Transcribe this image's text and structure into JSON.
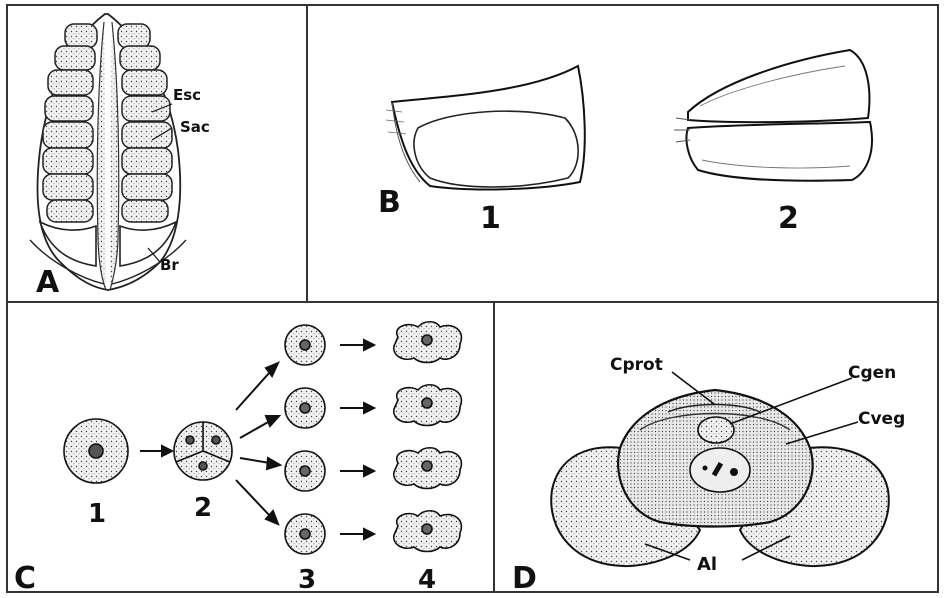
{
  "panels": {
    "A": {
      "letter": "A",
      "labels": {
        "esc": "Esc",
        "sac": "Sac",
        "br": "Br"
      }
    },
    "B": {
      "letter": "B",
      "items": [
        "1",
        "2"
      ]
    },
    "C": {
      "letter": "C",
      "stages": [
        "1",
        "2",
        "3",
        "4"
      ]
    },
    "D": {
      "letter": "D",
      "labels": {
        "cprot": "Cprot",
        "cgen": "Cgen",
        "cveg": "Cveg",
        "al": "Al"
      }
    }
  }
}
